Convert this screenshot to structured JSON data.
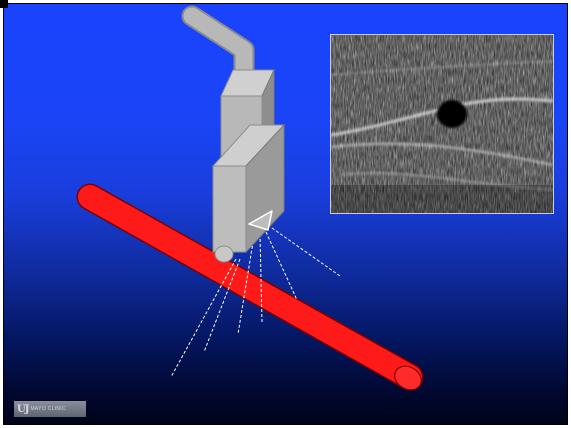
{
  "slide": {
    "background_top": "#1a43ff",
    "background_bottom": "#000318"
  },
  "diagram": {
    "vessel_color": "#ff1a1a",
    "probe_color": "#b4b4b4",
    "beam_line_color": "#ffffff",
    "elements": [
      "ultrasound-probe",
      "probe-cable",
      "blood-vessel",
      "beam-lines",
      "flow-arrow",
      "ultrasound-image"
    ]
  },
  "logo": {
    "glyph": "UJ",
    "text": "MAYO CLINIC"
  }
}
